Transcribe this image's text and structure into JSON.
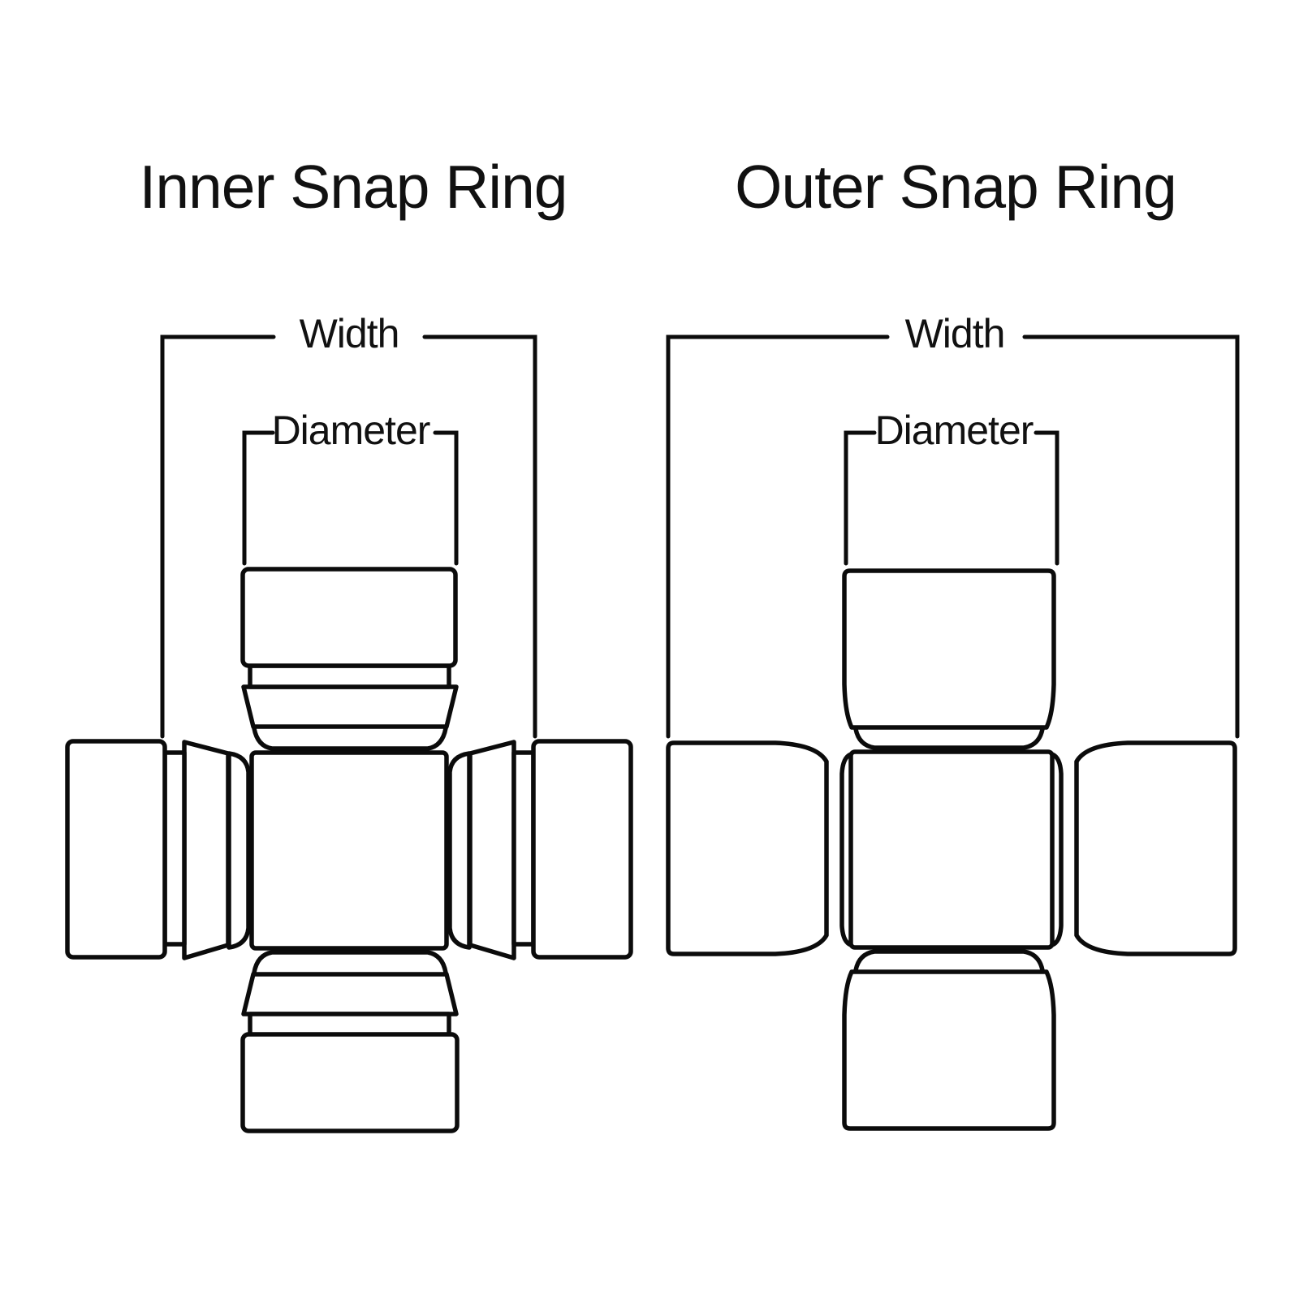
{
  "page": {
    "background_color": "#ffffff",
    "line_color": "#0b0b0b"
  },
  "left_diagram": {
    "title": "Inner Snap Ring",
    "width_label": "Width",
    "diameter_label": "Diameter"
  },
  "right_diagram": {
    "title": "Outer Snap Ring",
    "width_label": "Width",
    "diameter_label": "Diameter"
  }
}
